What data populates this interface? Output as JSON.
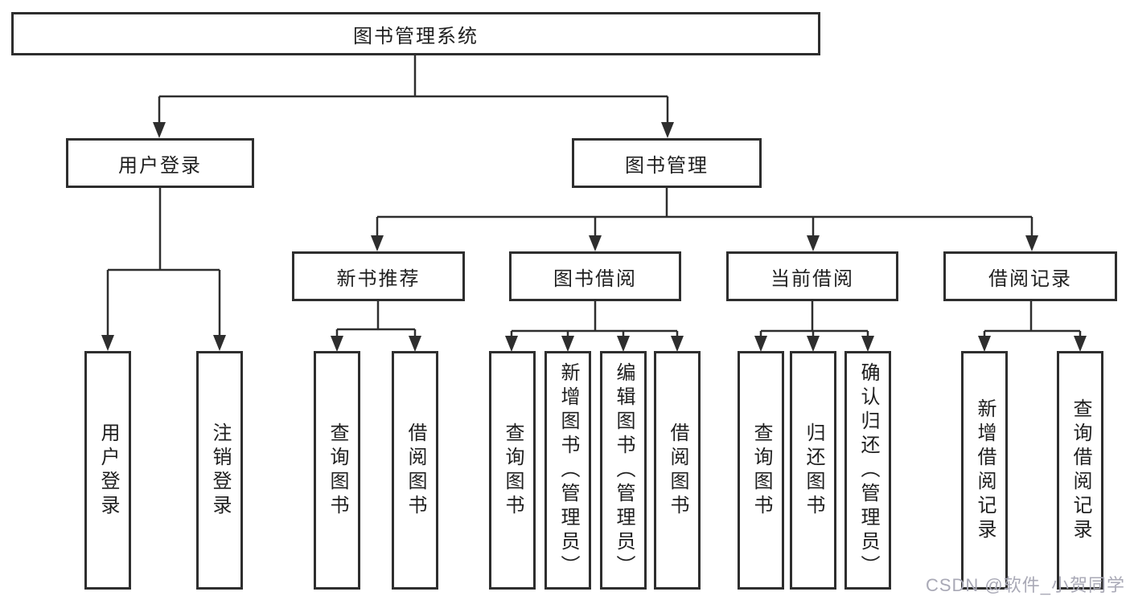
{
  "diagram": {
    "type": "tree-structure-diagram",
    "colors": {
      "background": "#ffffff",
      "line": "#2e2e2e",
      "box_border": "#2e2e2e",
      "text": "#1f1f1f",
      "watermark_text": "#a9a9b6"
    },
    "tree": {
      "root": {
        "label": "图书管理系统",
        "children": [
          {
            "label": "用户登录",
            "children": [
              {
                "label": "用户登录"
              },
              {
                "label": "注销登录"
              }
            ]
          },
          {
            "label": "图书管理",
            "children": [
              {
                "label": "新书推荐",
                "children": [
                  {
                    "label": "查询图书"
                  },
                  {
                    "label": "借阅图书"
                  }
                ]
              },
              {
                "label": "图书借阅",
                "children": [
                  {
                    "label": "查询图书"
                  },
                  {
                    "label": "新增图书（管理员）"
                  },
                  {
                    "label": "编辑图书（管理员）"
                  },
                  {
                    "label": "借阅图书"
                  }
                ]
              },
              {
                "label": "当前借阅",
                "children": [
                  {
                    "label": "查询图书"
                  },
                  {
                    "label": "归还图书"
                  },
                  {
                    "label": "确认归还（管理员）"
                  }
                ]
              },
              {
                "label": "借阅记录",
                "children": [
                  {
                    "label": "新增借阅记录"
                  },
                  {
                    "label": "查询借阅记录"
                  }
                ]
              }
            ]
          }
        ]
      }
    },
    "watermark": {
      "text": "CSDN @软件_小贺同学"
    }
  }
}
